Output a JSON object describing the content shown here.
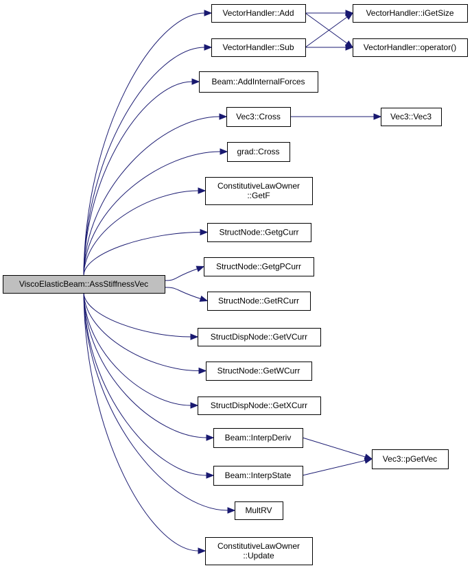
{
  "colors": {
    "root_fill": "#bfbfbf",
    "node_fill": "#ffffff",
    "node_border": "#000000",
    "edge": "#191970"
  },
  "nodes": [
    {
      "id": "root",
      "lines": [
        "ViscoElasticBeam::AssStiffnessVec"
      ],
      "root": true
    },
    {
      "id": "vh_add",
      "lines": [
        "VectorHandler::Add"
      ]
    },
    {
      "id": "vh_sub",
      "lines": [
        "VectorHandler::Sub"
      ]
    },
    {
      "id": "vh_getsize",
      "lines": [
        "VectorHandler::iGetSize"
      ]
    },
    {
      "id": "vh_op",
      "lines": [
        "VectorHandler::operator()"
      ]
    },
    {
      "id": "beam_addint",
      "lines": [
        "Beam::AddInternalForces"
      ]
    },
    {
      "id": "vec3_cross",
      "lines": [
        "Vec3::Cross"
      ]
    },
    {
      "id": "vec3_vec3",
      "lines": [
        "Vec3::Vec3"
      ]
    },
    {
      "id": "grad_cross",
      "lines": [
        "grad::Cross"
      ]
    },
    {
      "id": "clo_getf",
      "lines": [
        "ConstitutiveLawOwner",
        "::GetF"
      ]
    },
    {
      "id": "sn_getgcurr",
      "lines": [
        "StructNode::GetgCurr"
      ]
    },
    {
      "id": "sn_getgpcurr",
      "lines": [
        "StructNode::GetgPCurr"
      ]
    },
    {
      "id": "sn_getrcurr",
      "lines": [
        "StructNode::GetRCurr"
      ]
    },
    {
      "id": "sdn_getvcurr",
      "lines": [
        "StructDispNode::GetVCurr"
      ]
    },
    {
      "id": "sn_getwcurr",
      "lines": [
        "StructNode::GetWCurr"
      ]
    },
    {
      "id": "sdn_getxcurr",
      "lines": [
        "StructDispNode::GetXCurr"
      ]
    },
    {
      "id": "beam_interpderiv",
      "lines": [
        "Beam::InterpDeriv"
      ]
    },
    {
      "id": "vec3_pgetvec",
      "lines": [
        "Vec3::pGetVec"
      ]
    },
    {
      "id": "beam_interpstate",
      "lines": [
        "Beam::InterpState"
      ]
    },
    {
      "id": "multrv",
      "lines": [
        "MultRV"
      ]
    },
    {
      "id": "clo_update",
      "lines": [
        "ConstitutiveLawOwner",
        "::Update"
      ]
    }
  ],
  "edges": [
    {
      "from": "root",
      "to": "vh_add"
    },
    {
      "from": "root",
      "to": "vh_sub"
    },
    {
      "from": "root",
      "to": "beam_addint"
    },
    {
      "from": "root",
      "to": "vec3_cross"
    },
    {
      "from": "root",
      "to": "grad_cross"
    },
    {
      "from": "root",
      "to": "clo_getf"
    },
    {
      "from": "root",
      "to": "sn_getgcurr"
    },
    {
      "from": "root",
      "to": "sn_getgpcurr"
    },
    {
      "from": "root",
      "to": "sn_getrcurr"
    },
    {
      "from": "root",
      "to": "sdn_getvcurr"
    },
    {
      "from": "root",
      "to": "sn_getwcurr"
    },
    {
      "from": "root",
      "to": "sdn_getxcurr"
    },
    {
      "from": "root",
      "to": "beam_interpderiv"
    },
    {
      "from": "root",
      "to": "beam_interpstate"
    },
    {
      "from": "root",
      "to": "multrv"
    },
    {
      "from": "root",
      "to": "clo_update"
    },
    {
      "from": "vh_add",
      "to": "vh_getsize"
    },
    {
      "from": "vh_add",
      "to": "vh_op"
    },
    {
      "from": "vh_sub",
      "to": "vh_getsize"
    },
    {
      "from": "vh_sub",
      "to": "vh_op"
    },
    {
      "from": "vec3_cross",
      "to": "vec3_vec3"
    },
    {
      "from": "beam_interpderiv",
      "to": "vec3_pgetvec"
    },
    {
      "from": "beam_interpstate",
      "to": "vec3_pgetvec"
    }
  ]
}
